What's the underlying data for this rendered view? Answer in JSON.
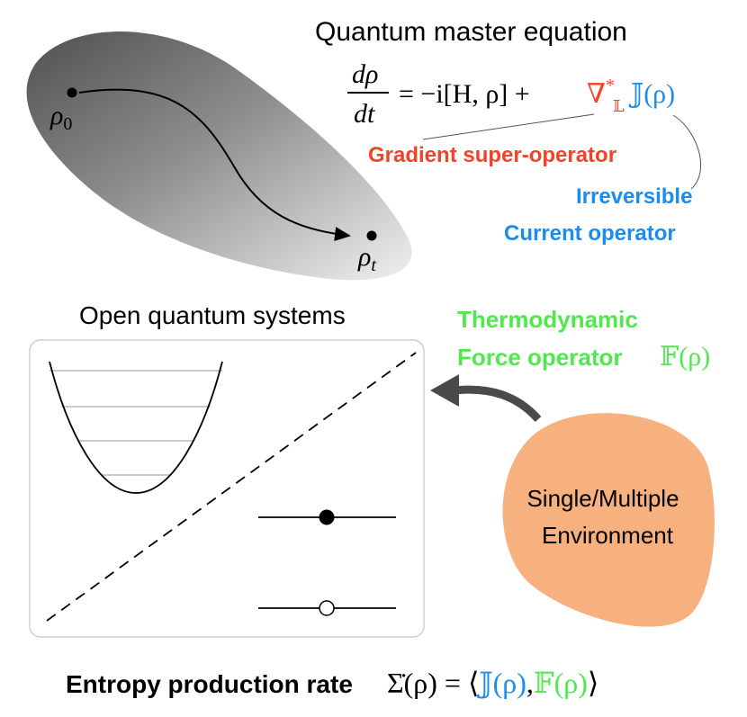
{
  "state_space": {
    "initial_state": {
      "symbol": "ρ",
      "subscript": "0"
    },
    "final_state": {
      "symbol": "ρ",
      "subscript": "t"
    }
  },
  "master_equation": {
    "title": "Quantum master equation",
    "lhs_numerator": "dρ",
    "lhs_denominator": "dt",
    "hamiltonian_term": "= −i[H, ρ] +",
    "gradient_symbol": "∇",
    "gradient_superscript": "*",
    "gradient_subscript": "𝕃",
    "current_term": "𝕁(ρ)",
    "gradient_label": "Gradient super-operator",
    "current_label_line1": "Irreversible",
    "current_label_line2": "Current operator"
  },
  "open_systems": {
    "title": "Open quantum systems"
  },
  "force": {
    "label_line1": "Thermodynamic",
    "label_line2": "Force operator",
    "symbol": "𝔽(ρ)"
  },
  "environment": {
    "label_line1": "Single/Multiple",
    "label_line2": "Environment"
  },
  "entropy": {
    "label": "Entropy production rate",
    "lhs": "Σ̇(ρ) = ⟨",
    "current": "𝕁(ρ)",
    "comma": ",",
    "force": "𝔽(ρ)",
    "close": "⟩"
  },
  "colors": {
    "gradient": "#f0432a",
    "current": "#1a8cf0",
    "force": "#4fe84f",
    "environment": "#f7b17f",
    "box_border": "#cfcfcf",
    "level_lines": "#b9b9b9"
  }
}
